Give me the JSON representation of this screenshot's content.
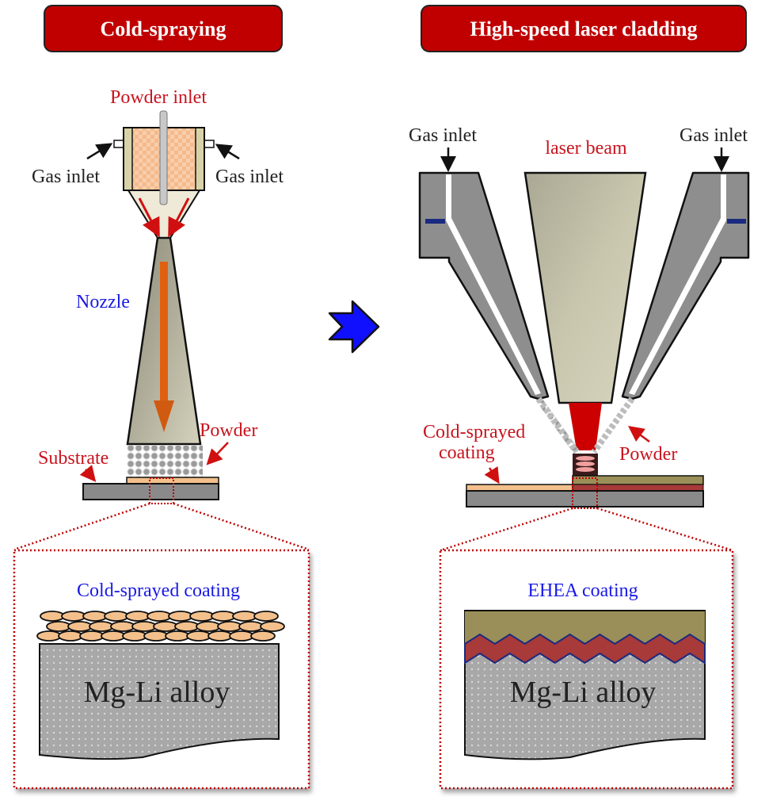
{
  "panels": {
    "left": {
      "title": "Cold-spraying",
      "labels": {
        "powder_inlet": "Powder inlet",
        "gas_inlet_left": "Gas inlet",
        "gas_inlet_right": "Gas inlet",
        "nozzle": "Nozzle",
        "powder": "Powder",
        "substrate": "Substrate"
      },
      "detail": {
        "coating_label": "Cold-sprayed coating",
        "alloy_label": "Mg-Li alloy"
      }
    },
    "right": {
      "title": "High-speed laser cladding",
      "labels": {
        "gas_inlet_left": "Gas inlet",
        "gas_inlet_right": "Gas inlet",
        "laser_beam": "laser beam",
        "cold_sprayed_line1": "Cold-sprayed",
        "cold_sprayed_line2": "coating",
        "powder": "Powder"
      },
      "detail": {
        "coating_label": "EHEA coating",
        "alloy_label": "Mg-Li alloy"
      }
    }
  },
  "transition_icon": "right-arrow-icon",
  "colors": {
    "title_bg": "#c00000",
    "label_red": "#c8141e",
    "label_blue": "#1a1ae6",
    "nozzle_fill": "#b8b6a0",
    "substrate_gray": "#8a8a8a",
    "coating_tan": "#f3c08c",
    "ehea_olive": "#9a8f58",
    "interface_red": "#a83a3a",
    "laser_red": "#cc0000",
    "arrow_blue": "#1010ff",
    "stream_orange": "#e06010"
  }
}
